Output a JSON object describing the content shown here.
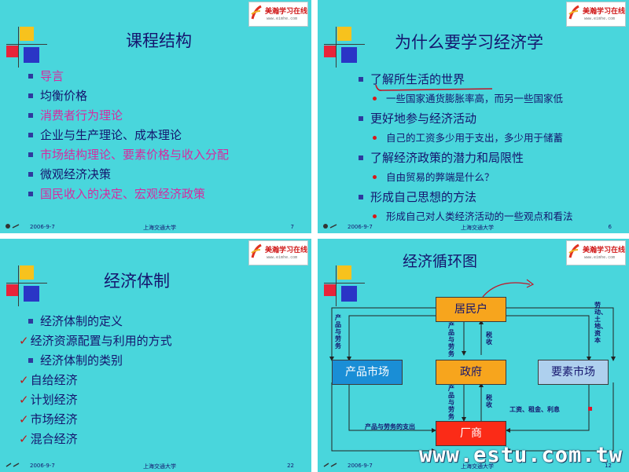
{
  "logo": {
    "brand": "美瀚学习在线",
    "url": "www.eimhe.com"
  },
  "footer_university": "上海交通大学",
  "footer_date": "2006-9-7",
  "slide1": {
    "title": "课程结构",
    "items": [
      "导言",
      "均衡价格",
      "消费者行为理论",
      "企业与生产理论、成本理论",
      "市场结构理论、要素价格与收入分配",
      "微观经济决策",
      "国民收入的决定、宏观经济政策"
    ],
    "page": "7"
  },
  "slide2": {
    "title": "为什么要学习经济学",
    "items": [
      {
        "text": "了解所生活的世界",
        "sub": "一些国家通货膨胀率高，而另一些国家低"
      },
      {
        "text": "更好地参与经济活动",
        "sub": "自己的工资多少用于支出，多少用于储蓄"
      },
      {
        "text": "了解经济政策的潜力和局限性",
        "sub": "自由贸易的弊端是什么？"
      },
      {
        "text": "形成自己思想的方法",
        "sub": "形成自己对人类经济活动的一些观点和看法"
      }
    ],
    "page": "6"
  },
  "slide3": {
    "title": "经济体制",
    "bullets": [
      "经济体制的定义"
    ],
    "checks1": [
      "经济资源配置与利用的方式"
    ],
    "bullets2": [
      "经济体制的类别"
    ],
    "checks2": [
      "自给经济",
      "计划经济",
      "市场经济",
      "混合经济"
    ],
    "page": "22"
  },
  "slide4": {
    "title": "经济循环图",
    "households": "居民户",
    "product_market": "产品市场",
    "government": "政府",
    "factor_market": "要素市场",
    "firms": "厂商",
    "lbl_goods_left": "产品与劳务",
    "lbl_goods_mid_top": "产品与劳务",
    "lbl_tax_top": "税收",
    "lbl_labor": "劳动、土地、资本",
    "lbl_goods_mid_bot": "产品与劳务",
    "lbl_tax_bot": "税收",
    "lbl_income": "工资、租金、利息",
    "lbl_spending": "产品与劳务的支出",
    "page": "12"
  },
  "watermark": "www.estu.com.tw"
}
